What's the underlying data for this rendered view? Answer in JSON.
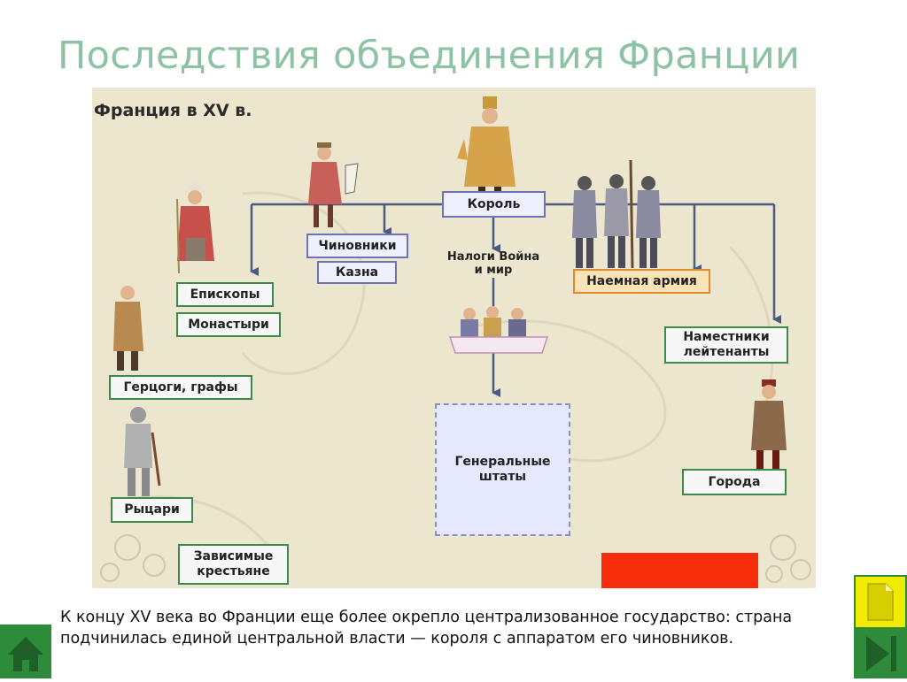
{
  "slide": {
    "title": "Последствия объединения Франции",
    "caption": "К концу XV века во Франции еще более окрепло централизованное государство: страна подчинилась единой центральной власти — короля с аппаратом его чиновников."
  },
  "diagram": {
    "title": "Франция в XV в.",
    "nodes": {
      "king": "Король",
      "officials": "Чиновники",
      "treasury": "Казна",
      "bishops": "Епископы",
      "monasteries": "Монастыри",
      "dukes": "Герцоги, графы",
      "knights": "Рыцари",
      "peasants": "Зависимые крестьяне",
      "army": "Наемная армия",
      "governors": "Наместники лейтенанты",
      "cities": "Города",
      "estates_general": "Генеральные штаты"
    },
    "edge_label": "Налоги Война и мир"
  },
  "navigation": {
    "home_icon": "house-icon",
    "document_icon": "document-icon",
    "next_icon": "play-next-icon"
  },
  "colors": {
    "title": "#8dc3a4",
    "box_border_green": "#3a8a4a",
    "box_border_orange": "#e08a2c",
    "box_border_blue": "#6b74b8",
    "nav_green": "#2e8b3a",
    "nav_yellow": "#f2ea00",
    "red_block": "#f62c0a"
  }
}
